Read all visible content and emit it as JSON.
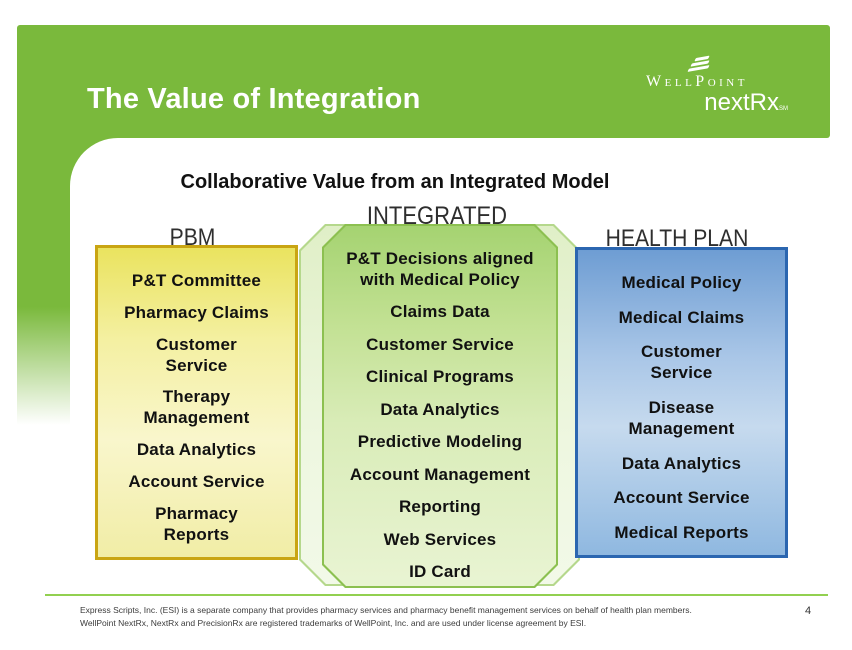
{
  "slide": {
    "title": "The Value of Integration",
    "subtitle": "Collaborative Value from an Integrated Model",
    "page_number": "4",
    "footer_line1": "Express Scripts, Inc. (ESI) is a separate company that provides pharmacy services and pharmacy benefit management services on behalf of health plan members.",
    "footer_line2": "WellPoint NextRx, NextRx and PrecisionRx are registered trademarks of WellPoint, Inc. and are used under license agreement by ESI."
  },
  "logo": {
    "brand_display": "WellPoint",
    "product": "nextRx",
    "trademark": "SM",
    "icon": "wellpoint-stripes-icon"
  },
  "colors": {
    "accent_green": "#7ab93c",
    "divider_green": "#92d050",
    "pbm_border_gold": "#c9a513",
    "integrated_green_border": "#8cc050",
    "health_plan_border_blue": "#2b66b0"
  },
  "columns": [
    {
      "id": "pbm",
      "label": "PBM",
      "items": [
        "P&T Committee",
        "Pharmacy Claims",
        "Customer\nService",
        "Therapy\nManagement",
        "Data Analytics",
        "Account Service",
        "Pharmacy\nReports"
      ]
    },
    {
      "id": "integrated",
      "label": "INTEGRATED",
      "items": [
        "P&T Decisions aligned\nwith Medical Policy",
        "Claims Data",
        "Customer Service",
        "Clinical Programs",
        "Data Analytics",
        "Predictive Modeling",
        "Account Management",
        "Reporting",
        "Web Services",
        "ID Card"
      ]
    },
    {
      "id": "health_plan",
      "label": "HEALTH PLAN",
      "items": [
        "Medical Policy",
        "Medical Claims",
        "Customer\nService",
        "Disease\nManagement",
        "Data Analytics",
        "Account Service",
        "Medical Reports"
      ]
    }
  ]
}
